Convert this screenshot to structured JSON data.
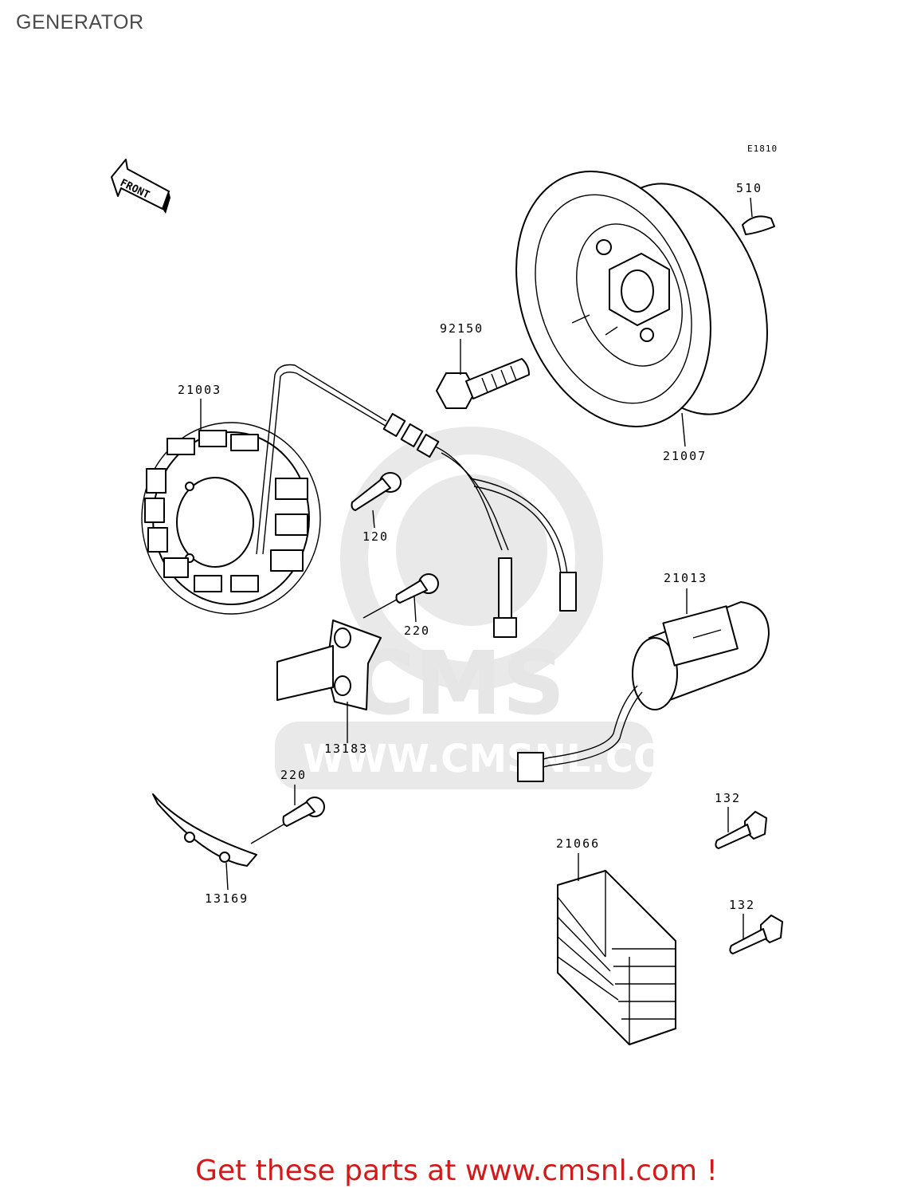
{
  "header": {
    "title": "GENERATOR"
  },
  "diagram": {
    "ref_code": "E1810",
    "front_label": "FRONT",
    "watermark_brand": "CMS",
    "watermark_url": "WWW.CMSNL.COM",
    "parts": [
      {
        "number": "510",
        "name": "key"
      },
      {
        "number": "92150",
        "name": "bolt"
      },
      {
        "number": "21003",
        "name": "stator"
      },
      {
        "number": "21007",
        "name": "rotor"
      },
      {
        "number": "120",
        "name": "bolt"
      },
      {
        "number": "220",
        "name": "screw"
      },
      {
        "number": "21013",
        "name": "coil"
      },
      {
        "number": "13183",
        "name": "plate"
      },
      {
        "number": "220",
        "name": "screw"
      },
      {
        "number": "132",
        "name": "bolt"
      },
      {
        "number": "21066",
        "name": "regulator"
      },
      {
        "number": "132",
        "name": "bolt"
      },
      {
        "number": "13169",
        "name": "plate"
      }
    ]
  },
  "footer": {
    "cta": "Get these parts at www.cmsnl.com !"
  },
  "colors": {
    "cta": "#d21a1a",
    "title": "#4a4a4a",
    "watermark": "#e6e6e6"
  }
}
